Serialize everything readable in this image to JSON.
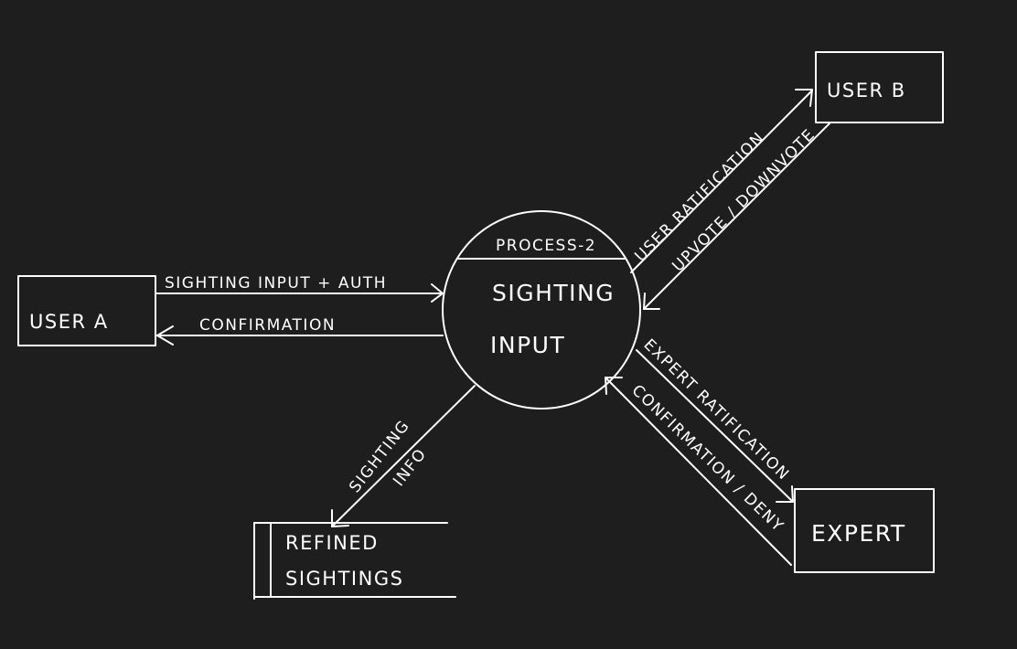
{
  "external_entities": {
    "user_a": "USER A",
    "user_b": "USER B",
    "expert": "EXPERT"
  },
  "process": {
    "id": "PROCESS-2",
    "name_line1": "SIGHTING",
    "name_line2": "INPUT"
  },
  "data_store": {
    "name_line1": "REFINED",
    "name_line2": "SIGHTINGS"
  },
  "flows": {
    "user_a_to_process": "SIGHTING INPUT + AUTH",
    "process_to_user_a": "CONFIRMATION",
    "process_to_user_b": "USER RATIFICATION",
    "user_b_to_process": "UPVOTE / DOWNVOTE",
    "process_to_expert": "EXPERT RATIFICATION",
    "expert_to_process": "CONFIRMATION / DENY",
    "process_to_store_line1": "SIGHTING",
    "process_to_store_line2": "INFO"
  },
  "colors": {
    "background": "#1e1e1e",
    "ink": "#ffffff"
  }
}
